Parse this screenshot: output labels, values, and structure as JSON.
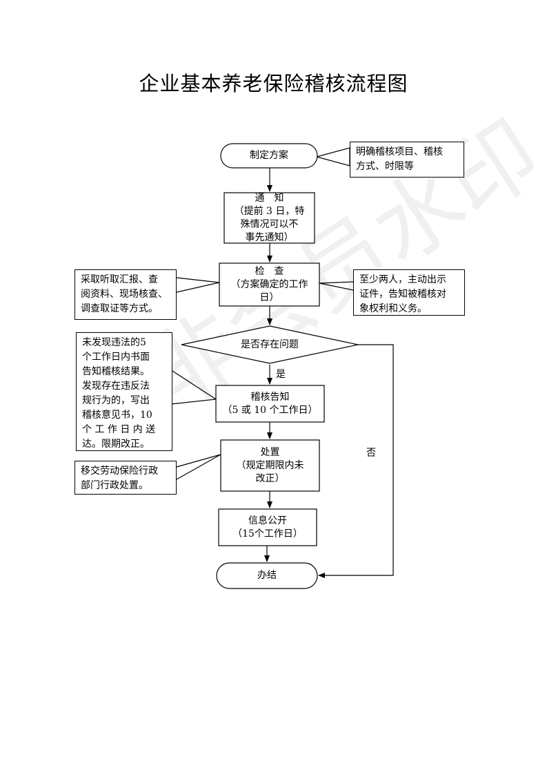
{
  "title": "企业基本养老保险稽核流程图",
  "watermark": "非会员水印",
  "nodes": {
    "start": "制定方案",
    "notify": [
      "通　知",
      "（提前 3 日，特",
      "殊情况可以不",
      "事先通知）"
    ],
    "inspect": [
      "检　查",
      "（方案确定的工作",
      "日）"
    ],
    "decision": "是否存在问题",
    "result": [
      "稽核告知",
      "（5 或 10 个工作日）"
    ],
    "handle": [
      "处置",
      "（规定期限内未",
      "改正）"
    ],
    "publish": [
      "信息公开",
      "（15个工作日）"
    ],
    "end": "办结"
  },
  "notes": {
    "plan": [
      "明确稽核项目、稽核",
      "方式、时限等"
    ],
    "methods": [
      "采取听取汇报、查",
      "阅资料、现场核查、",
      "调查取证等方式。"
    ],
    "staff": [
      "至少两人，主动出示",
      "证件，告知被稽核对",
      "象权利和义务。"
    ],
    "result": [
      "未发现违法的5",
      "个工作日内书面",
      "告知稽核结果。",
      "发现存在违反法",
      "规行为的，写出",
      "稽核意见书，10",
      "个 工 作 日 内 送",
      "达。限期改正。"
    ],
    "transfer": [
      "移交劳动保险行政",
      "部门行政处置。"
    ]
  },
  "labels": {
    "yes": "是",
    "no": "否"
  }
}
